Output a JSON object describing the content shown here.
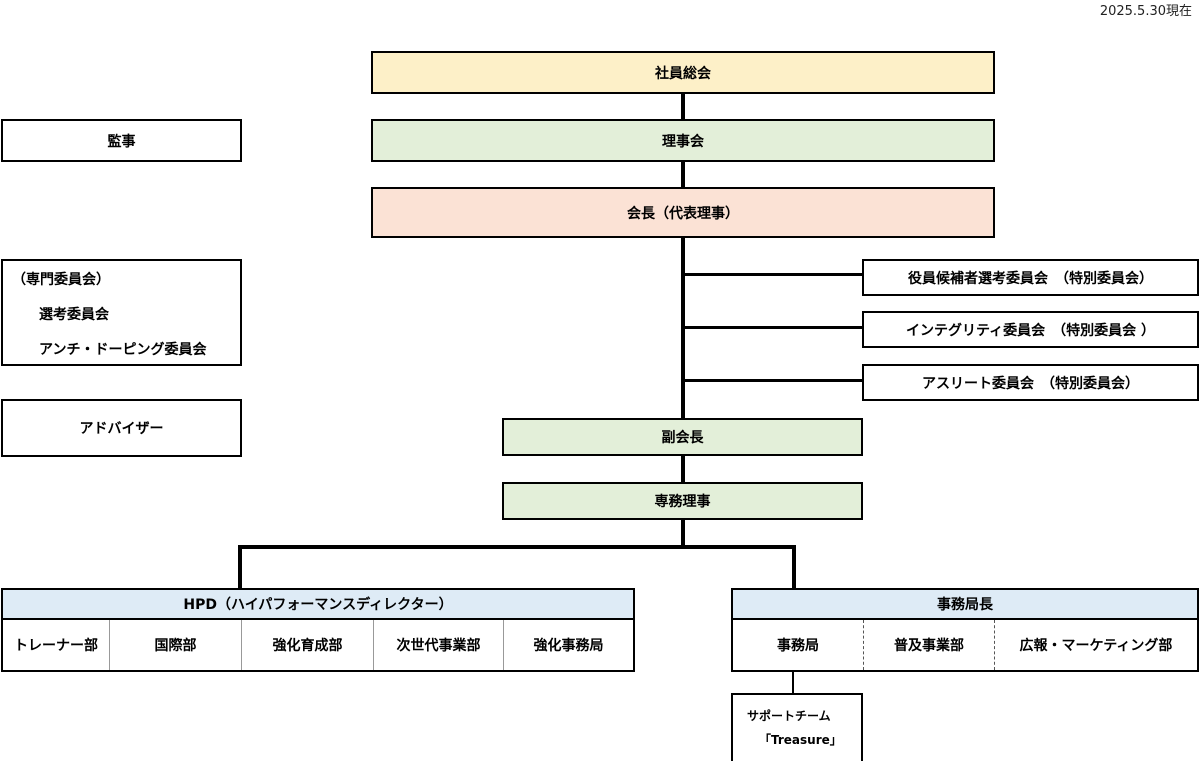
{
  "date": "2025.5.30現在",
  "colors": {
    "yellow": "#fdf0c8",
    "green": "#e3efd9",
    "pink": "#fbe2d5",
    "blue": "#deebf6"
  },
  "nodes": {
    "general_assembly": "社員総会",
    "board": "理事会",
    "auditor": "監事",
    "president": "会長（代表理事）",
    "committees_header": "（専門委員会）",
    "selection_committee": "選考委員会",
    "anti_doping_committee": "アンチ・ドーピング委員会",
    "advisor": "アドバイザー",
    "special1": "役員候補者選考委員会　（特別委員会）",
    "special2": "インテグリティ委員会　（特別委員会 ）",
    "special3": "アスリート委員会　（特別委員会）",
    "vice_president": "副会長",
    "managing_director": "専務理事",
    "hpd": "HPD（ハイパフォーマンスディレクター）",
    "hpd_units": [
      "トレーナー部",
      "国際部",
      "強化育成部",
      "次世代事業部",
      "強化事務局"
    ],
    "secretary_general": "事務局長",
    "office_units": [
      "事務局",
      "普及事業部",
      "広報・マーケティング部"
    ],
    "support_team_line1": "サポートチーム",
    "support_team_line2": "「Treasure」"
  }
}
